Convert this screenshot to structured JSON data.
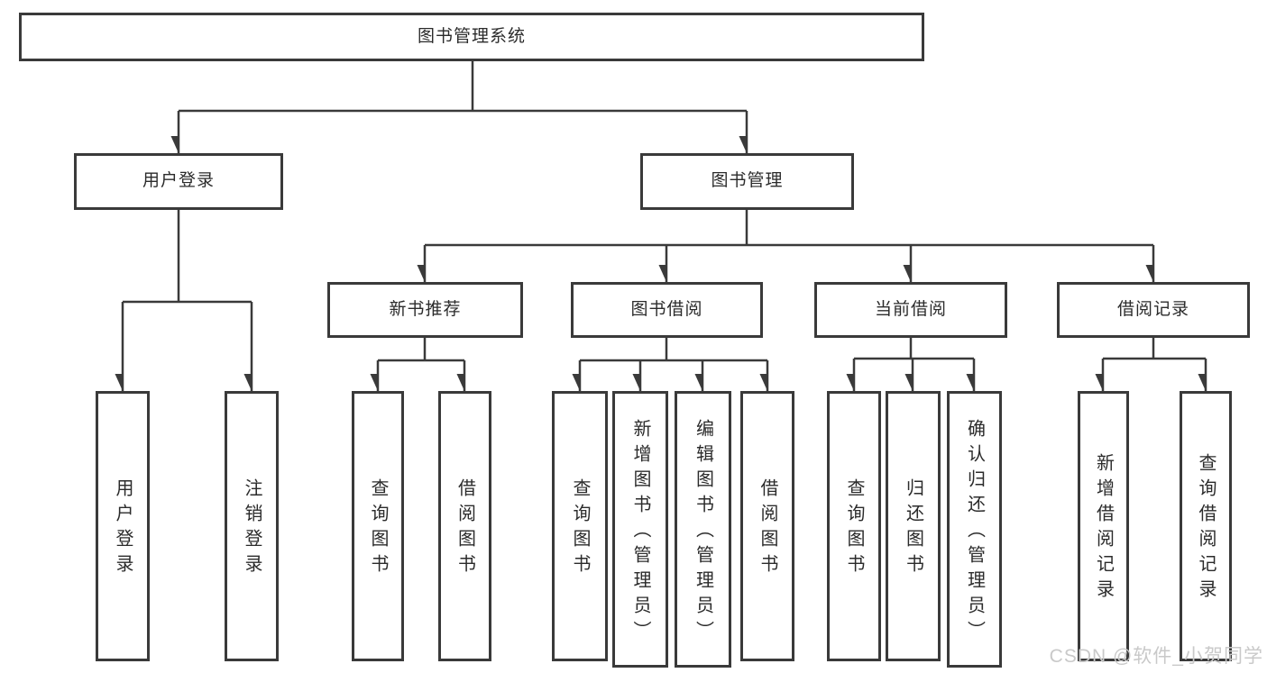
{
  "diagram_type": "hierarchical function-structure chart",
  "tree": {
    "root": {
      "label": "图书管理系统",
      "children": [
        {
          "label": "用户登录",
          "children": [
            {
              "label": "用户登录"
            },
            {
              "label": "注销登录"
            }
          ]
        },
        {
          "label": "图书管理",
          "children": [
            {
              "label": "新书推荐",
              "children": [
                {
                  "label": "查询图书"
                },
                {
                  "label": "借阅图书"
                }
              ]
            },
            {
              "label": "图书借阅",
              "children": [
                {
                  "label": "查询图书"
                },
                {
                  "label": "新增图书（管理员）"
                },
                {
                  "label": "编辑图书（管理员）"
                },
                {
                  "label": "借阅图书"
                }
              ]
            },
            {
              "label": "当前借阅",
              "children": [
                {
                  "label": "查询图书"
                },
                {
                  "label": "归还图书"
                },
                {
                  "label": "确认归还（管理员）"
                }
              ]
            },
            {
              "label": "借阅记录",
              "children": [
                {
                  "label": "新增借阅记录"
                },
                {
                  "label": "查询借阅记录"
                }
              ]
            }
          ]
        }
      ]
    }
  },
  "watermark": "CSDN @软件_小贺同学",
  "colors": {
    "line": "#3a3a3a",
    "text": "#2b2b2b",
    "background": "#ffffff",
    "watermark": "#c9c9c9"
  }
}
